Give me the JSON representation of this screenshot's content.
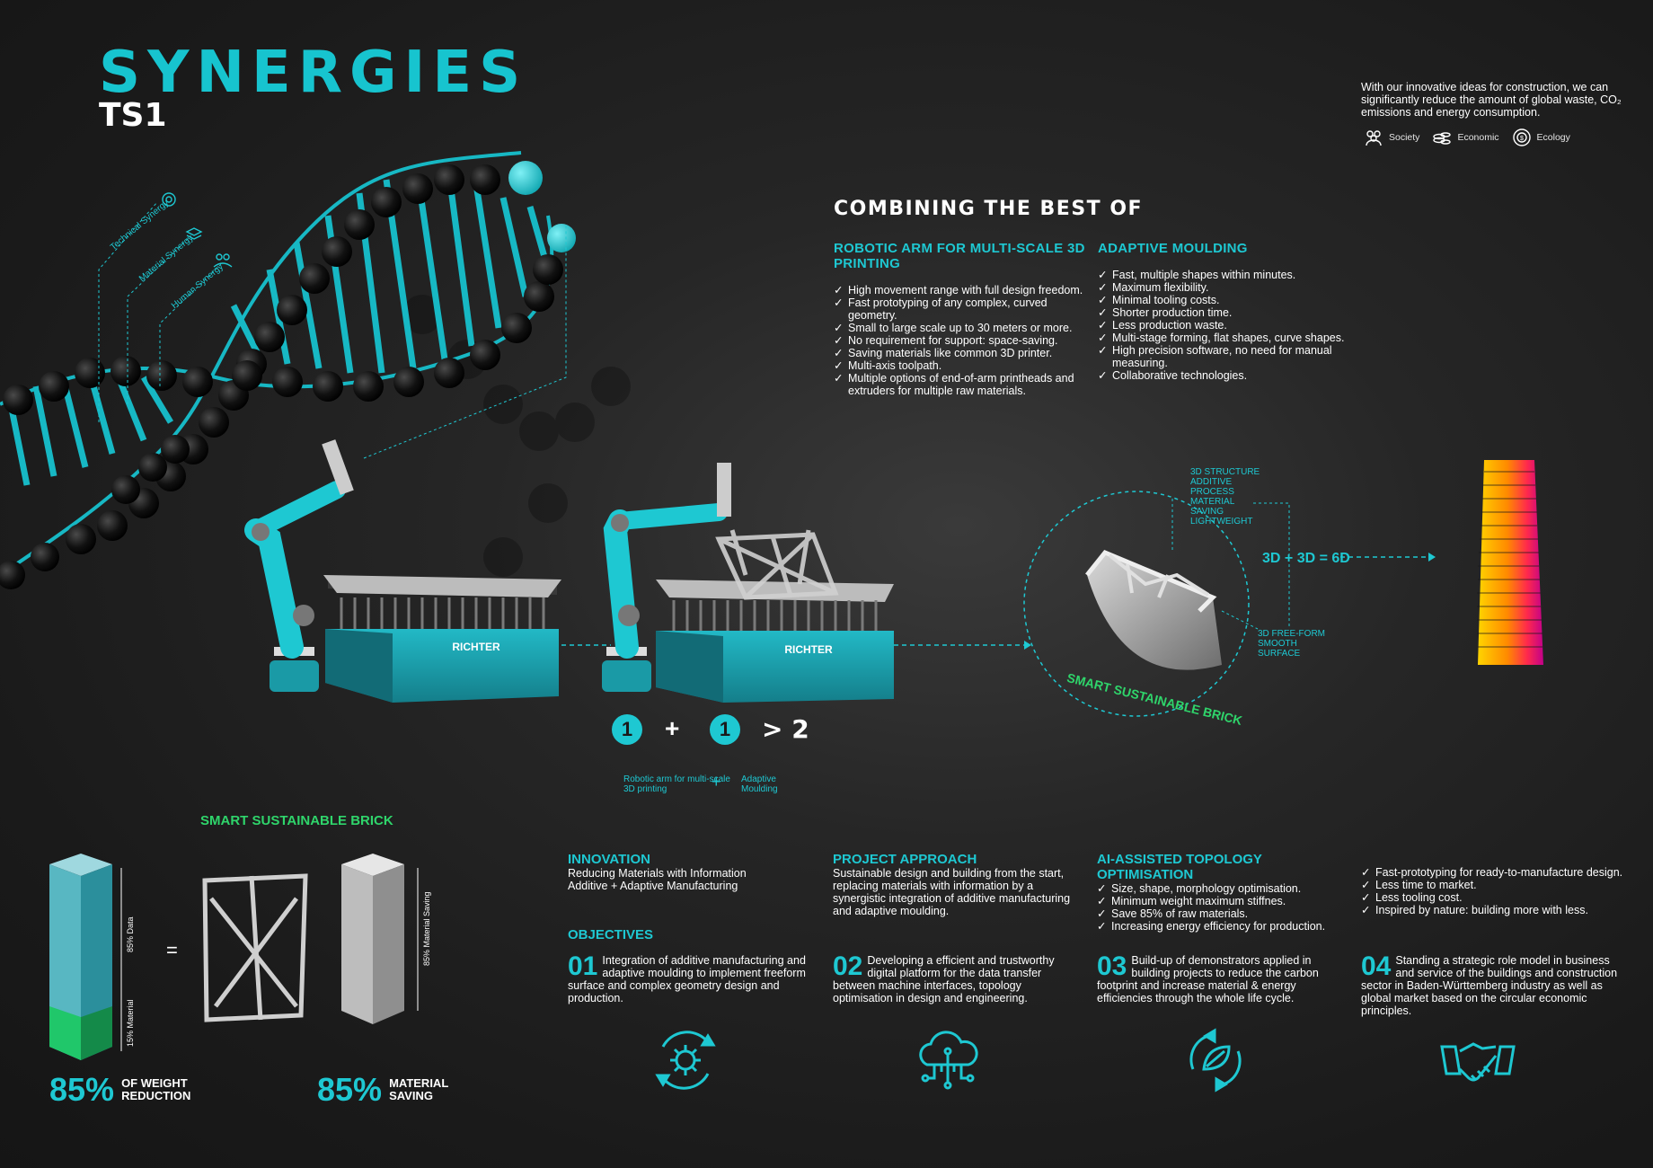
{
  "header": {
    "title": "SYNERGIES",
    "subtitle": "TS1"
  },
  "intro": {
    "text": "With our innovative ideas for construction, we can significantly reduce the amount of global waste, CO₂ emissions and energy consumption.",
    "pillars": [
      {
        "label": "Society",
        "icon": "society-icon"
      },
      {
        "label": "Economic",
        "icon": "economic-icon"
      },
      {
        "label": "Ecology",
        "icon": "ecology-icon"
      }
    ]
  },
  "dna_labels": [
    "Technical Synergy",
    "Material Synergy",
    "Human Synergy"
  ],
  "combining": {
    "title": "COMBINING THE BEST OF",
    "robot": {
      "heading": "ROBOTIC ARM FOR MULTI-SCALE 3D PRINTING",
      "items": [
        "High movement range with full design freedom.",
        "Fast prototyping of any complex, curved geometry.",
        "Small to large scale up to 30 meters or more.",
        "No requirement for support: space-saving.",
        "Saving materials like common 3D printer.",
        "Multi-axis toolpath.",
        "Multiple options of end-of-arm printheads and extruders for multiple raw materials."
      ]
    },
    "mould": {
      "heading": "ADAPTIVE MOULDING",
      "items": [
        "Fast, multiple shapes within minutes.",
        "Maximum flexibility.",
        "Minimal tooling costs.",
        "Shorter production time.",
        "Less production waste.",
        "Multi-stage forming, flat shapes, curve shapes.",
        "High precision software, no need for manual measuring.",
        "Collaborative technologies."
      ]
    }
  },
  "machines": {
    "brand": "RICHTER"
  },
  "equation": {
    "badge1": "1",
    "plus": "+",
    "badge2": "1",
    "result": "> 2",
    "caption1": "Robotic arm for multi-scale 3D printing",
    "caption_plus": "+",
    "caption2": "Adaptive Moulding"
  },
  "brick": {
    "annotation_top": "3D STRUCTURE ADDITIVE PROCESS MATERIAL SAVING LIGHTWEIGHT",
    "annotation_bottom": "3D FREE-FORM SMOOTH SURFACE",
    "formula": "3D + 3D = 6D",
    "arc_label": "SMART SUSTAINABLE BRICK"
  },
  "comparison": {
    "title": "SMART SUSTAINABLE BRICK",
    "equals": "=",
    "bar_label_data": "85% Data",
    "bar_label_material": "15% Material",
    "bar_label_saving": "85% Material Saving",
    "stats": [
      {
        "value": "85%",
        "label_line1": "OF WEIGHT",
        "label_line2": "REDUCTION"
      },
      {
        "value": "85%",
        "label_line1": "MATERIAL",
        "label_line2": "SAVING"
      }
    ]
  },
  "innovation": {
    "heading": "INNOVATION",
    "line1": "Reducing Materials with Information",
    "line2": "Additive + Adaptive Manufacturing"
  },
  "approach": {
    "heading": "PROJECT APPROACH",
    "text": "Sustainable design and building from the start, replacing materials with information by a synergistic integration of additive manufacturing and adaptive moulding."
  },
  "topology": {
    "heading": "AI-ASSISTED TOPOLOGY OPTIMISATION",
    "items": [
      "Size, shape, morphology optimisation.",
      "Minimum weight maximum stiffnes.",
      "Save 85% of raw materials.",
      "Increasing energy efficiency for production."
    ]
  },
  "extra_list": {
    "items": [
      "Fast-prototyping for ready-to-manufacture design.",
      "Less time to market.",
      "Less tooling cost.",
      "Inspired by nature: building more with less."
    ]
  },
  "objectives": {
    "heading": "OBJECTIVES",
    "items": [
      {
        "num": "01",
        "text": "Integration of additive manufacturing and adaptive moulding to implement freeform surface and complex geometry design and production.",
        "icon": "gear-cycle-icon"
      },
      {
        "num": "02",
        "text": "Developing a efficient and trustworthy digital platform for the data transfer between machine interfaces, topology optimisation in design and engineering.",
        "icon": "cloud-circuit-icon"
      },
      {
        "num": "03",
        "text": "Build-up of demonstrators applied in building projects to reduce the carbon footprint and increase material & energy efficiencies through the whole life cycle.",
        "icon": "leaf-cycle-icon"
      },
      {
        "num": "04",
        "text": "Standing a strategic role model in business and service of the buildings and construction sector in Baden-Württemberg industry as well as global market based on the circular economic principles.",
        "icon": "handshake-icon"
      }
    ]
  },
  "colors": {
    "accent": "#1ec8d2",
    "green": "#2fd56b",
    "background": "#1e1e1e"
  }
}
